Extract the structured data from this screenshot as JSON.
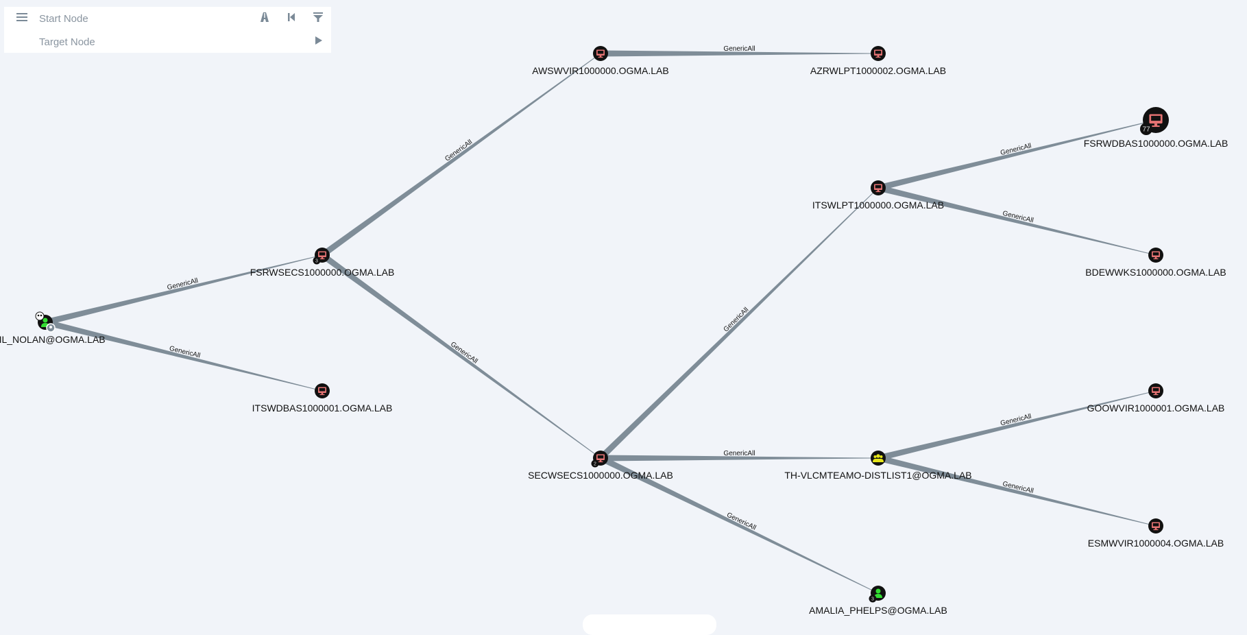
{
  "search": {
    "start_placeholder": "Start Node",
    "target_placeholder": "Target Node",
    "icons": [
      "menu-icon",
      "pathfinding-icon",
      "back-icon",
      "filter-icon",
      "play-icon"
    ]
  },
  "colors": {
    "background": "#f1f4f9",
    "edge": "#7f8d98",
    "computer": "#e57373",
    "user": "#33dd33",
    "group": "#e6e61a",
    "node": "#111111"
  },
  "nodes": [
    {
      "id": "gail",
      "label": "GAIL_NOLAN@OGMA.LAB",
      "type": "user",
      "owned": true
    },
    {
      "id": "fsrwsecs",
      "label": "FSRWSECS1000000.OGMA.LAB",
      "type": "computer",
      "badge": "3"
    },
    {
      "id": "itswdbas",
      "label": "ITSWDBAS1000001.OGMA.LAB",
      "type": "computer"
    },
    {
      "id": "awswvir",
      "label": "AWSWVIR1000000.OGMA.LAB",
      "type": "computer"
    },
    {
      "id": "azrwlpt",
      "label": "AZRWLPT1000002.OGMA.LAB",
      "type": "computer"
    },
    {
      "id": "secwsecs",
      "label": "SECWSECS1000000.OGMA.LAB",
      "type": "computer",
      "badge": "2"
    },
    {
      "id": "itswlpt",
      "label": "ITSWLPT1000000.OGMA.LAB",
      "type": "computer"
    },
    {
      "id": "fsrwdbas",
      "label": "FSRWDBAS1000000.OGMA.LAB",
      "type": "computer",
      "badge": "77",
      "large": true
    },
    {
      "id": "bdewwks",
      "label": "BDEWWKS1000000.OGMA.LAB",
      "type": "computer"
    },
    {
      "id": "goowvir",
      "label": "GOOWVIR1000001.OGMA.LAB",
      "type": "computer"
    },
    {
      "id": "thvlcm",
      "label": "TH-VLCMTEAMO-DISTLIST1@OGMA.LAB",
      "type": "group"
    },
    {
      "id": "esmwvir",
      "label": "ESMWVIR1000004.OGMA.LAB",
      "type": "computer"
    },
    {
      "id": "amalia",
      "label": "AMALIA_PHELPS@OGMA.LAB",
      "type": "user",
      "badge": "3"
    }
  ],
  "edges": [
    {
      "source": "gail",
      "target": "fsrwsecs",
      "label": "GenericAll"
    },
    {
      "source": "gail",
      "target": "itswdbas",
      "label": "GenericAll"
    },
    {
      "source": "fsrwsecs",
      "target": "awswvir",
      "label": "GenericAll"
    },
    {
      "source": "fsrwsecs",
      "target": "secwsecs",
      "label": "GenericAll"
    },
    {
      "source": "awswvir",
      "target": "azrwlpt",
      "label": "GenericAll"
    },
    {
      "source": "secwsecs",
      "target": "itswlpt",
      "label": "GenericAll"
    },
    {
      "source": "secwsecs",
      "target": "thvlcm",
      "label": "GenericAll"
    },
    {
      "source": "secwsecs",
      "target": "amalia",
      "label": "GenericAll"
    },
    {
      "source": "itswlpt",
      "target": "fsrwdbas",
      "label": "GenericAll"
    },
    {
      "source": "itswlpt",
      "target": "bdewwks",
      "label": "GenericAll"
    },
    {
      "source": "thvlcm",
      "target": "goowvir",
      "label": "GenericAll"
    },
    {
      "source": "thvlcm",
      "target": "esmwvir",
      "label": "GenericAll"
    }
  ]
}
